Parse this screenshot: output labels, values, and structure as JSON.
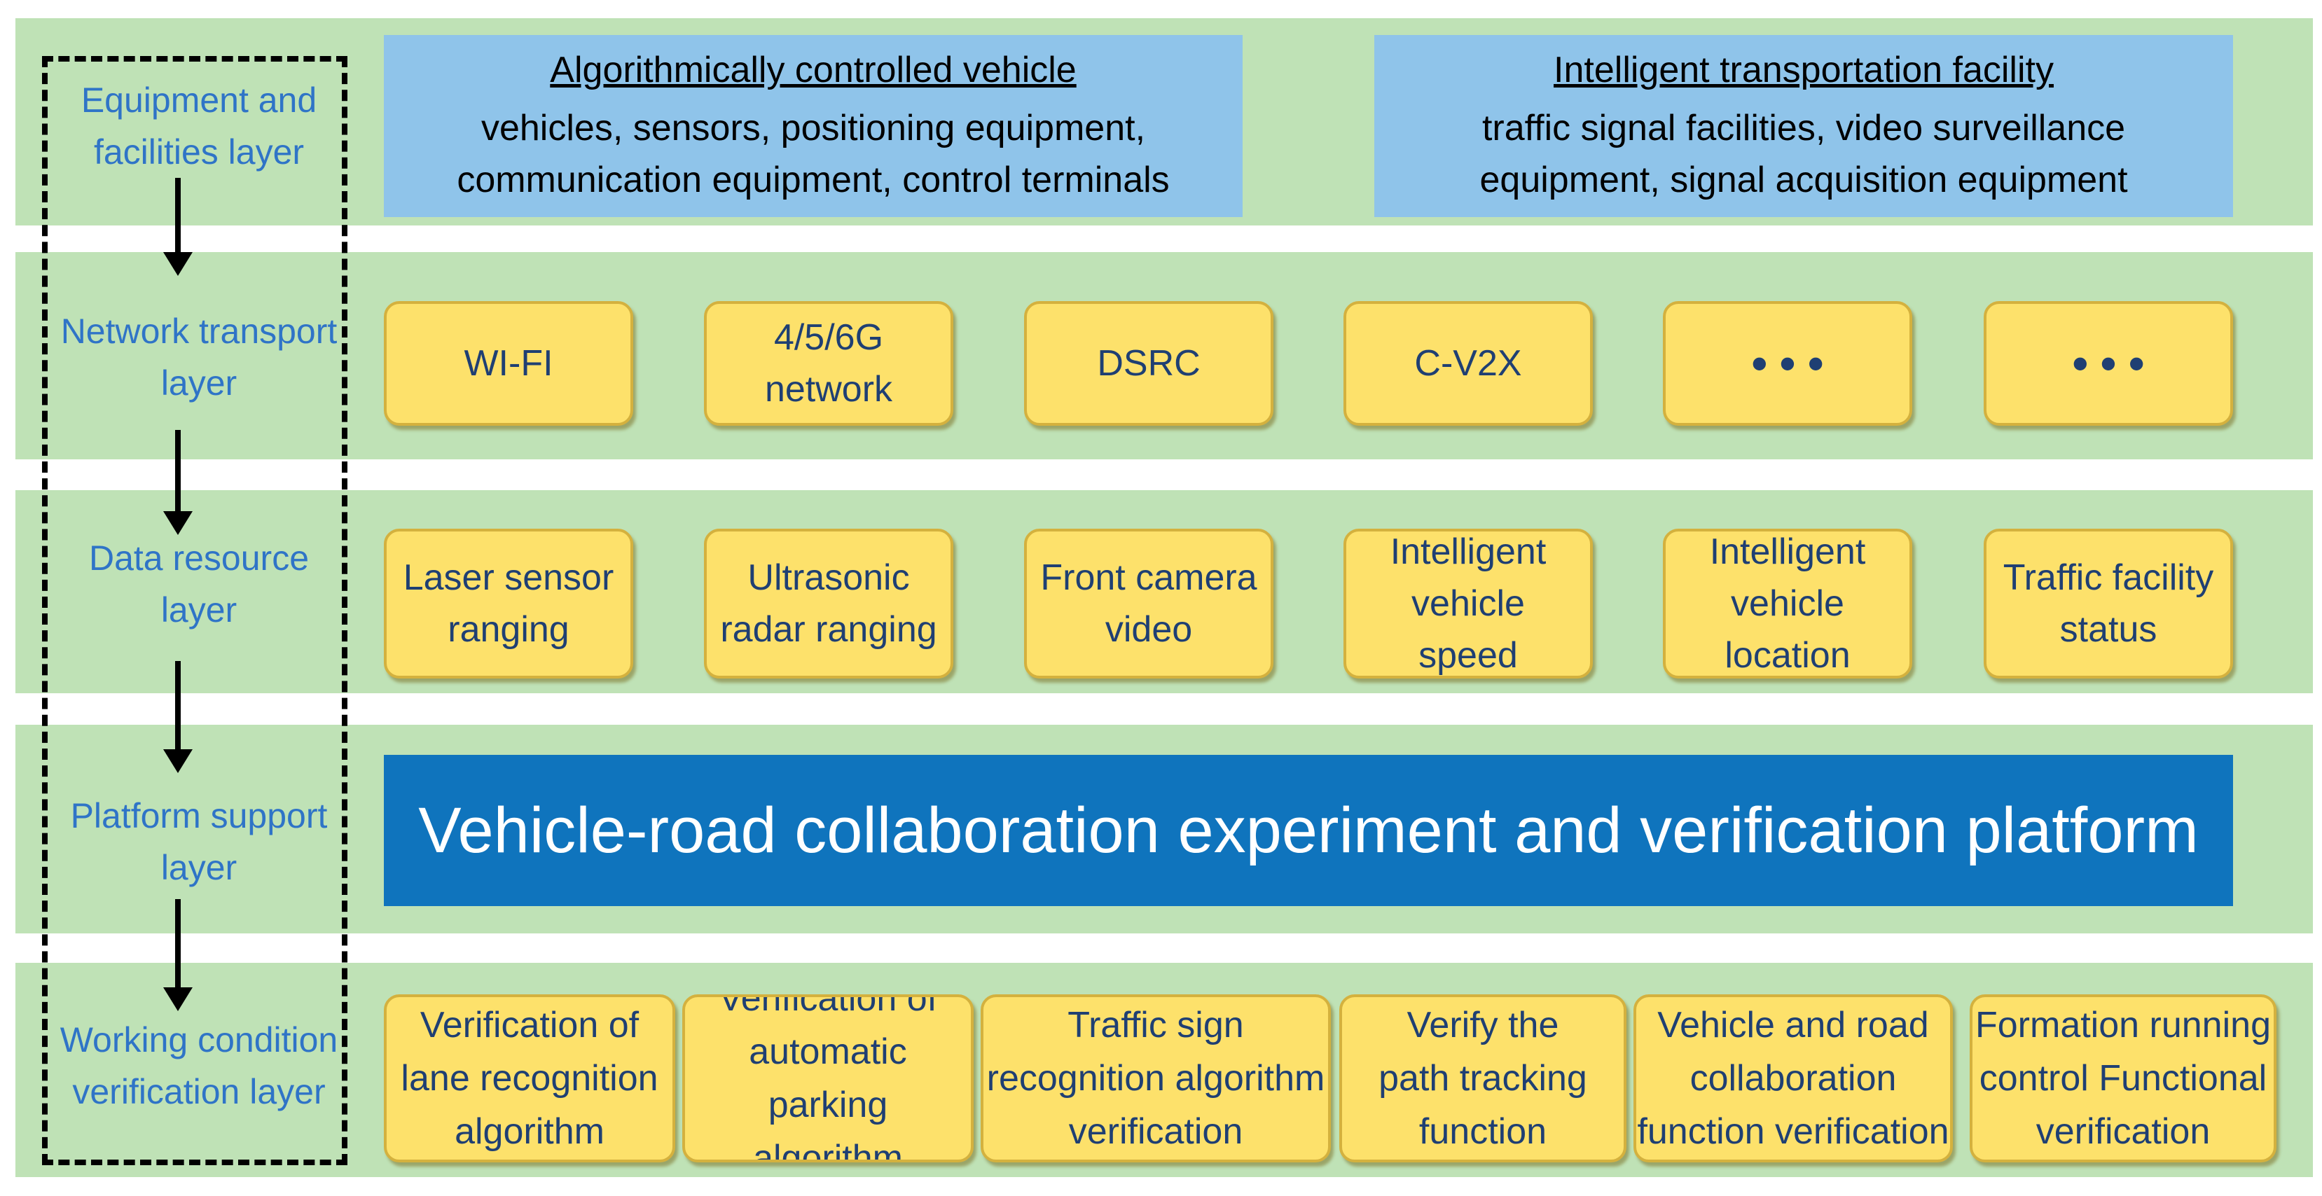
{
  "layers": [
    {
      "label": "Equipment and\nfacilities layer"
    },
    {
      "label": "Network transport\nlayer"
    },
    {
      "label": "Data resource\nlayer"
    },
    {
      "label": "Platform support\nlayer"
    },
    {
      "label": "Working condition\nverification layer"
    }
  ],
  "equipment": [
    {
      "title": "Algorithmically controlled vehicle",
      "body": "vehicles, sensors, positioning equipment,\ncommunication equipment, control terminals"
    },
    {
      "title": "Intelligent transportation facility",
      "body": "traffic signal facilities, video surveillance\nequipment, signal acquisition equipment"
    }
  ],
  "network": [
    "WI-FI",
    "4/5/6G\nnetwork",
    "DSRC",
    "C-V2X",
    "• • •",
    "• • •"
  ],
  "data_resources": [
    "Laser sensor\nranging",
    "Ultrasonic\nradar ranging",
    "Front camera\nvideo",
    "Intelligent\nvehicle\nspeed",
    "Intelligent\nvehicle\nlocation",
    "Traffic facility\nstatus"
  ],
  "platform": "Vehicle-road collaboration experiment and verification platform",
  "verification": [
    "Verification of\nlane recognition\nalgorithm",
    "Verification of\nautomatic parking\nalgorithm",
    "Traffic sign\nrecognition algorithm\nverification",
    "Verify the\npath tracking\nfunction",
    "Vehicle and road\ncollaboration\nfunction verification",
    "Formation running\ncontrol Functional\nverification"
  ],
  "colors": {
    "band": "#bfe2b6",
    "equipment_box": "#8fc4ea",
    "pill": "#fde16b",
    "platform": "#0f74bd",
    "layer_label": "#2f74c7"
  }
}
